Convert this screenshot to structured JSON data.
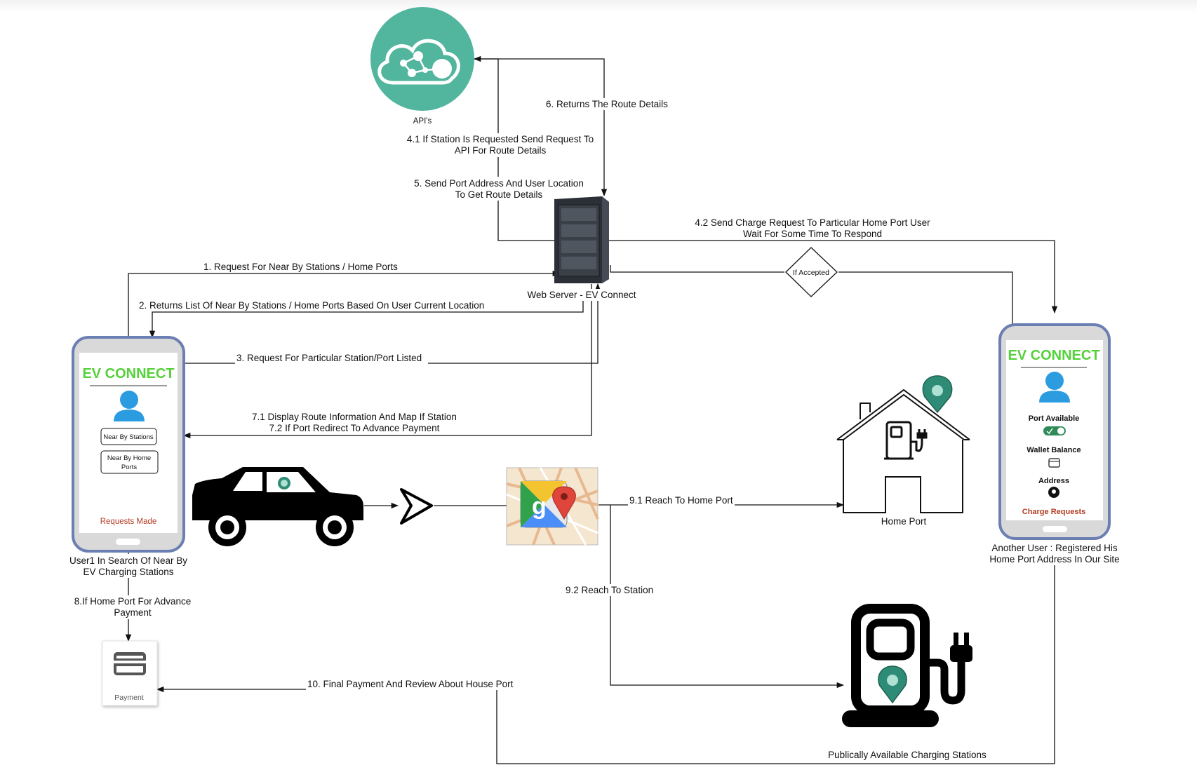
{
  "nodes": {
    "apis": "API's",
    "web_server": "Web Server - EV Connect",
    "decision": "If Accepted",
    "user1_caption": [
      "User1 In Search Of Near By",
      "EV Charging Stations"
    ],
    "user2_caption": [
      "Another User : Registered His",
      "Home Port Address In Our Site"
    ],
    "payment": "Payment",
    "home_port": "Home Port",
    "public_stations": "Publically Available Charging Stations"
  },
  "phone_left": {
    "brand": "EV CONNECT",
    "button1": "Near By Stations",
    "button2_line1": "Near By Home",
    "button2_line2": "Ports",
    "requests": "Requests Made"
  },
  "phone_right": {
    "brand": "EV CONNECT",
    "port_available": "Port Available",
    "wallet_balance": "Wallet Balance",
    "address": "Address",
    "charge_requests": "Charge Requests"
  },
  "edges": {
    "e1": "1. Request For Near By Stations / Home Ports",
    "e2": "2. Returns List Of Near By Stations / Home Ports Based On User Current Location",
    "e3": "3. Request For Particular Station/Port Listed",
    "e41": [
      "4.1 If Station Is Requested Send Request To",
      "API For Route Details"
    ],
    "e42": [
      "4.2 Send Charge Request To Particular Home Port User",
      "Wait For Some Time To Respond"
    ],
    "e5": [
      "5. Send Port Address And User Location",
      "To Get Route Details"
    ],
    "e6": "6. Returns The Route Details",
    "e7": [
      "7.1 Display Route Information And Map If Station",
      "7.2 If Port Redirect To Advance Payment"
    ],
    "e8": [
      "8.If Home Port For Advance",
      "Payment"
    ],
    "e91": "9.1 Reach To Home Port",
    "e92": "9.2 Reach To Station",
    "e10": "10. Final Payment And Review About House Port"
  },
  "colors": {
    "api_cloud": "#52b59e",
    "phone_border": "#6c7fb3",
    "brand_green": "#55d13a",
    "avatar_blue": "#2b9cdf",
    "pin_green": "#2e8b75",
    "requests_red": "#b33b22"
  },
  "icons": [
    "cloud-network-icon",
    "server-rack-icon",
    "car-icon",
    "navigation-arrow-icon",
    "google-maps-icon",
    "house-icon",
    "location-pin-icon",
    "charging-station-icon",
    "credit-card-icon",
    "user-avatar-icon",
    "toggle-icon",
    "wallet-icon"
  ]
}
